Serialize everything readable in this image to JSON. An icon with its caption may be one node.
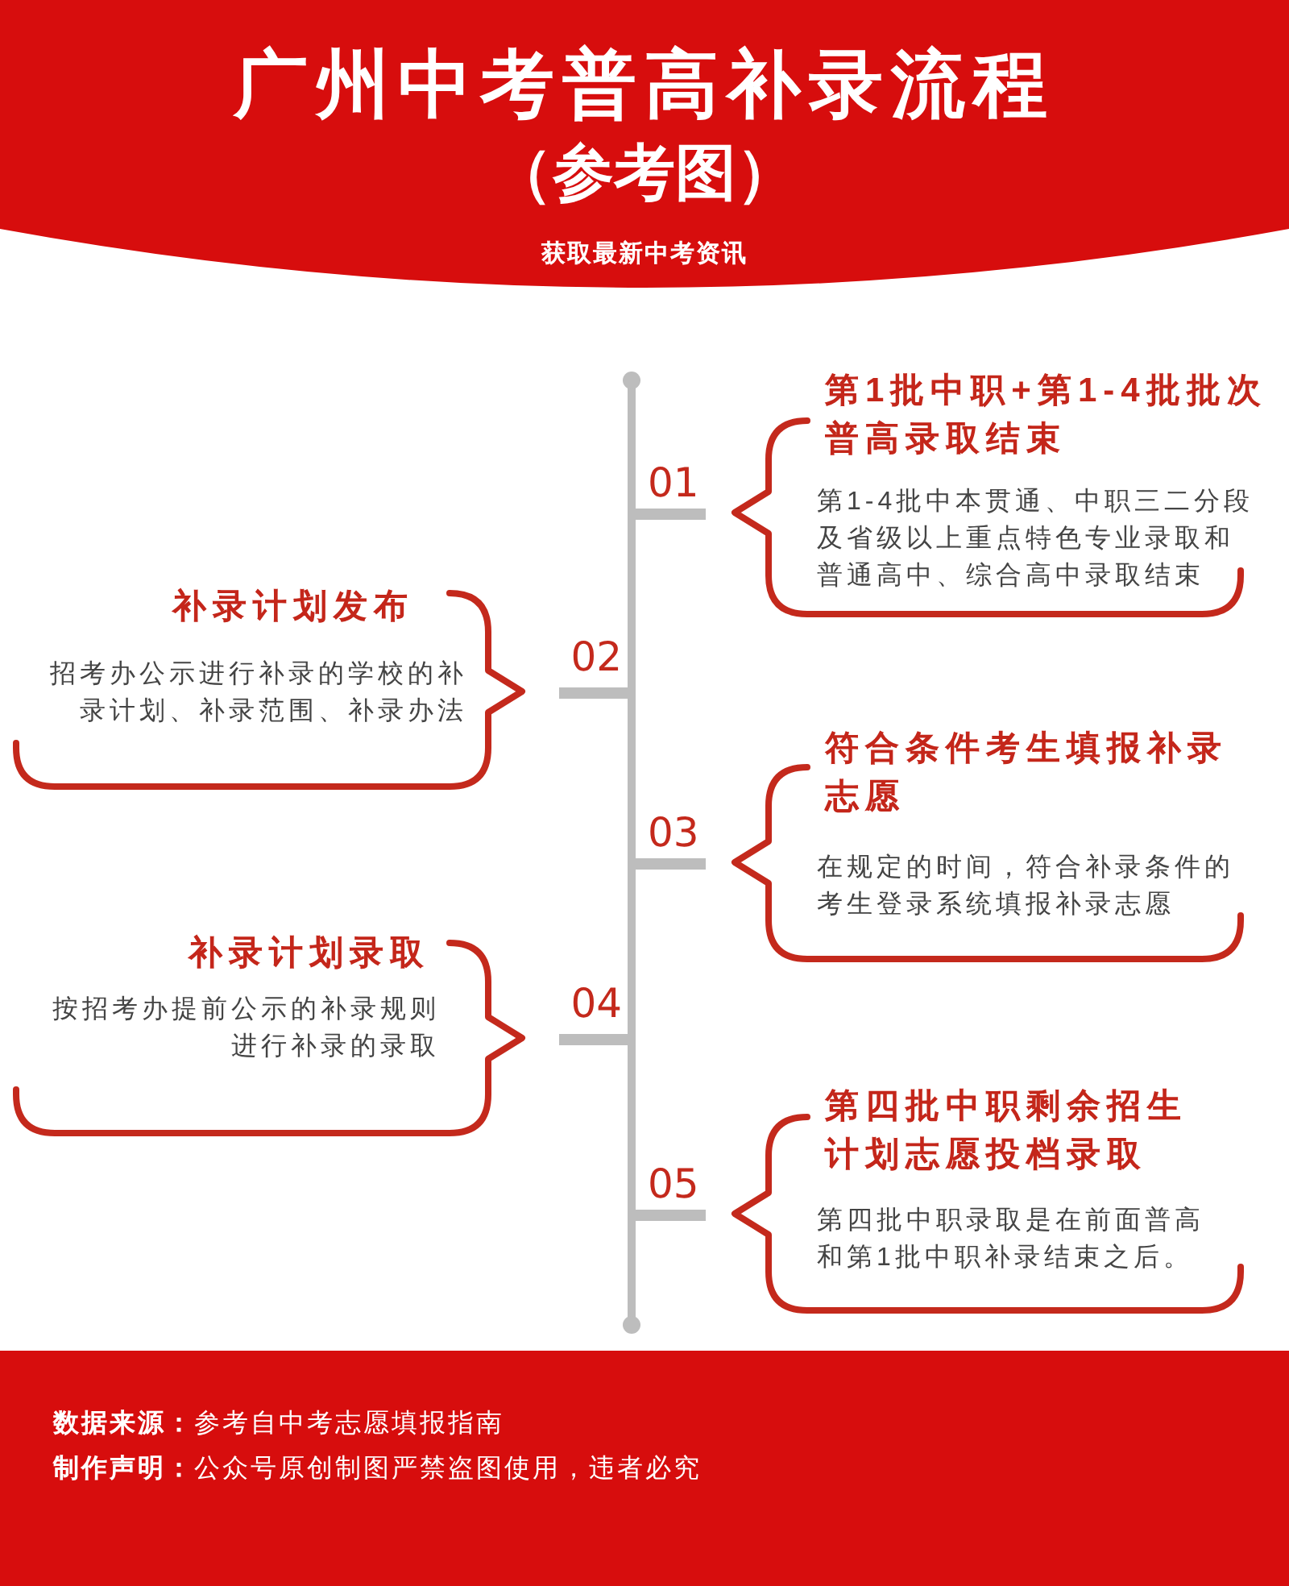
{
  "diagram": {
    "title": "广州中考普高补录流程",
    "nodes": [
      {
        "text": [
          "第1批中职+第1-4批批次普高录取结束",
          "第1-4批中本贯通、中职三二分段及省级以上重点特色专业录取和普通高中、综合高中录取结束"
        ],
        "beside": [
          "01"
        ]
      },
      {
        "text": [
          "补录计划发布",
          "招考办公示进行补录的学校的补录计划、补录范围、补录办法"
        ],
        "beside": [
          "02"
        ]
      },
      {
        "text": [
          "符合条件考生填报补录志愿",
          "在规定的时间，符合补录条件的考生登录系统填报补录志愿"
        ],
        "beside": [
          "03"
        ]
      },
      {
        "text": [
          "补录计划录取",
          "按招考办提前公示的补录规则进行补录的录取"
        ],
        "beside": [
          "04"
        ]
      },
      {
        "text": [
          "第四批中职剩余招生计划志愿投档录取",
          "第四批中职录取是在前面普高和第1批中职补录结束之后。"
        ],
        "beside": [
          "05"
        ]
      }
    ],
    "labels": [
      "（参考图）",
      "获取最新中考资讯",
      "**数据来源：**参考自中考志愿填报指南",
      "**制作声明：**公众号原创制图严禁盗图使用，违者必究"
    ]
  }
}
